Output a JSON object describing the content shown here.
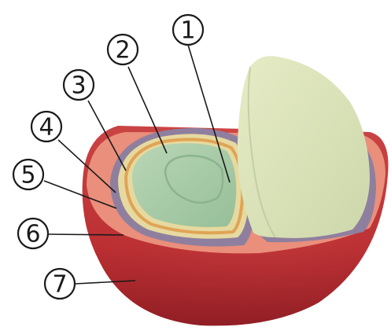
{
  "labels": [
    {
      "id": "1",
      "text": "1"
    },
    {
      "id": "2",
      "text": "2"
    },
    {
      "id": "3",
      "text": "3"
    },
    {
      "id": "4",
      "text": "4"
    },
    {
      "id": "5",
      "text": "5"
    },
    {
      "id": "6",
      "text": "6"
    },
    {
      "id": "7",
      "text": "7"
    }
  ],
  "colors": {
    "outer_skin": "#c83a3a",
    "pulp": "#e98a78",
    "parchment": "#8f7f9e",
    "silverskin": "#d8a05a",
    "bean": "#a6c9a6",
    "cut_bean": "#dde6c0",
    "background": "#ffffff"
  }
}
